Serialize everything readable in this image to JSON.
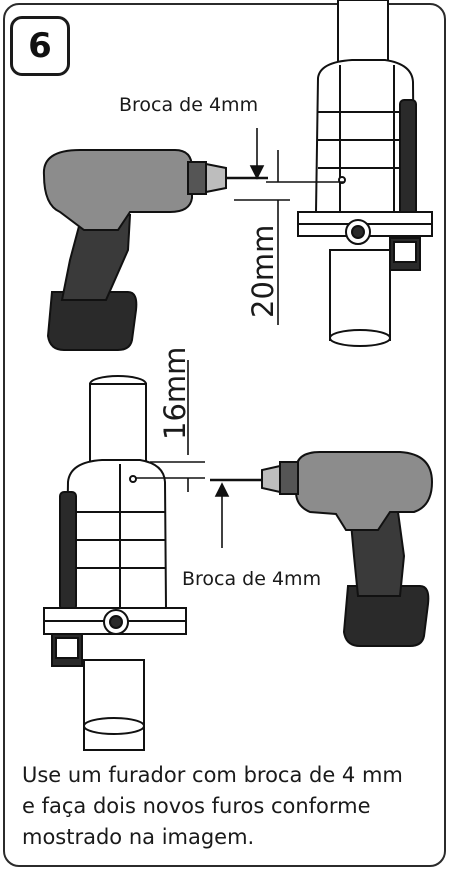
{
  "step": {
    "number": "6"
  },
  "figure": {
    "top_drill_label": "Broca de 4mm",
    "top_dimension": "20mm",
    "bottom_dimension": "16mm",
    "bottom_drill_label": "Broca de 4mm"
  },
  "caption": {
    "line1": "Use um furador com broca de 4 mm",
    "line2": "e faça dois novos furos conforme",
    "line3": "mostrado na imagem."
  },
  "colors": {
    "drill_body": "#8c8c8c",
    "drill_grip": "#3a3a3a",
    "battery": "#2a2a2a",
    "clamp_body": "#ffffff",
    "outline": "#111111"
  }
}
